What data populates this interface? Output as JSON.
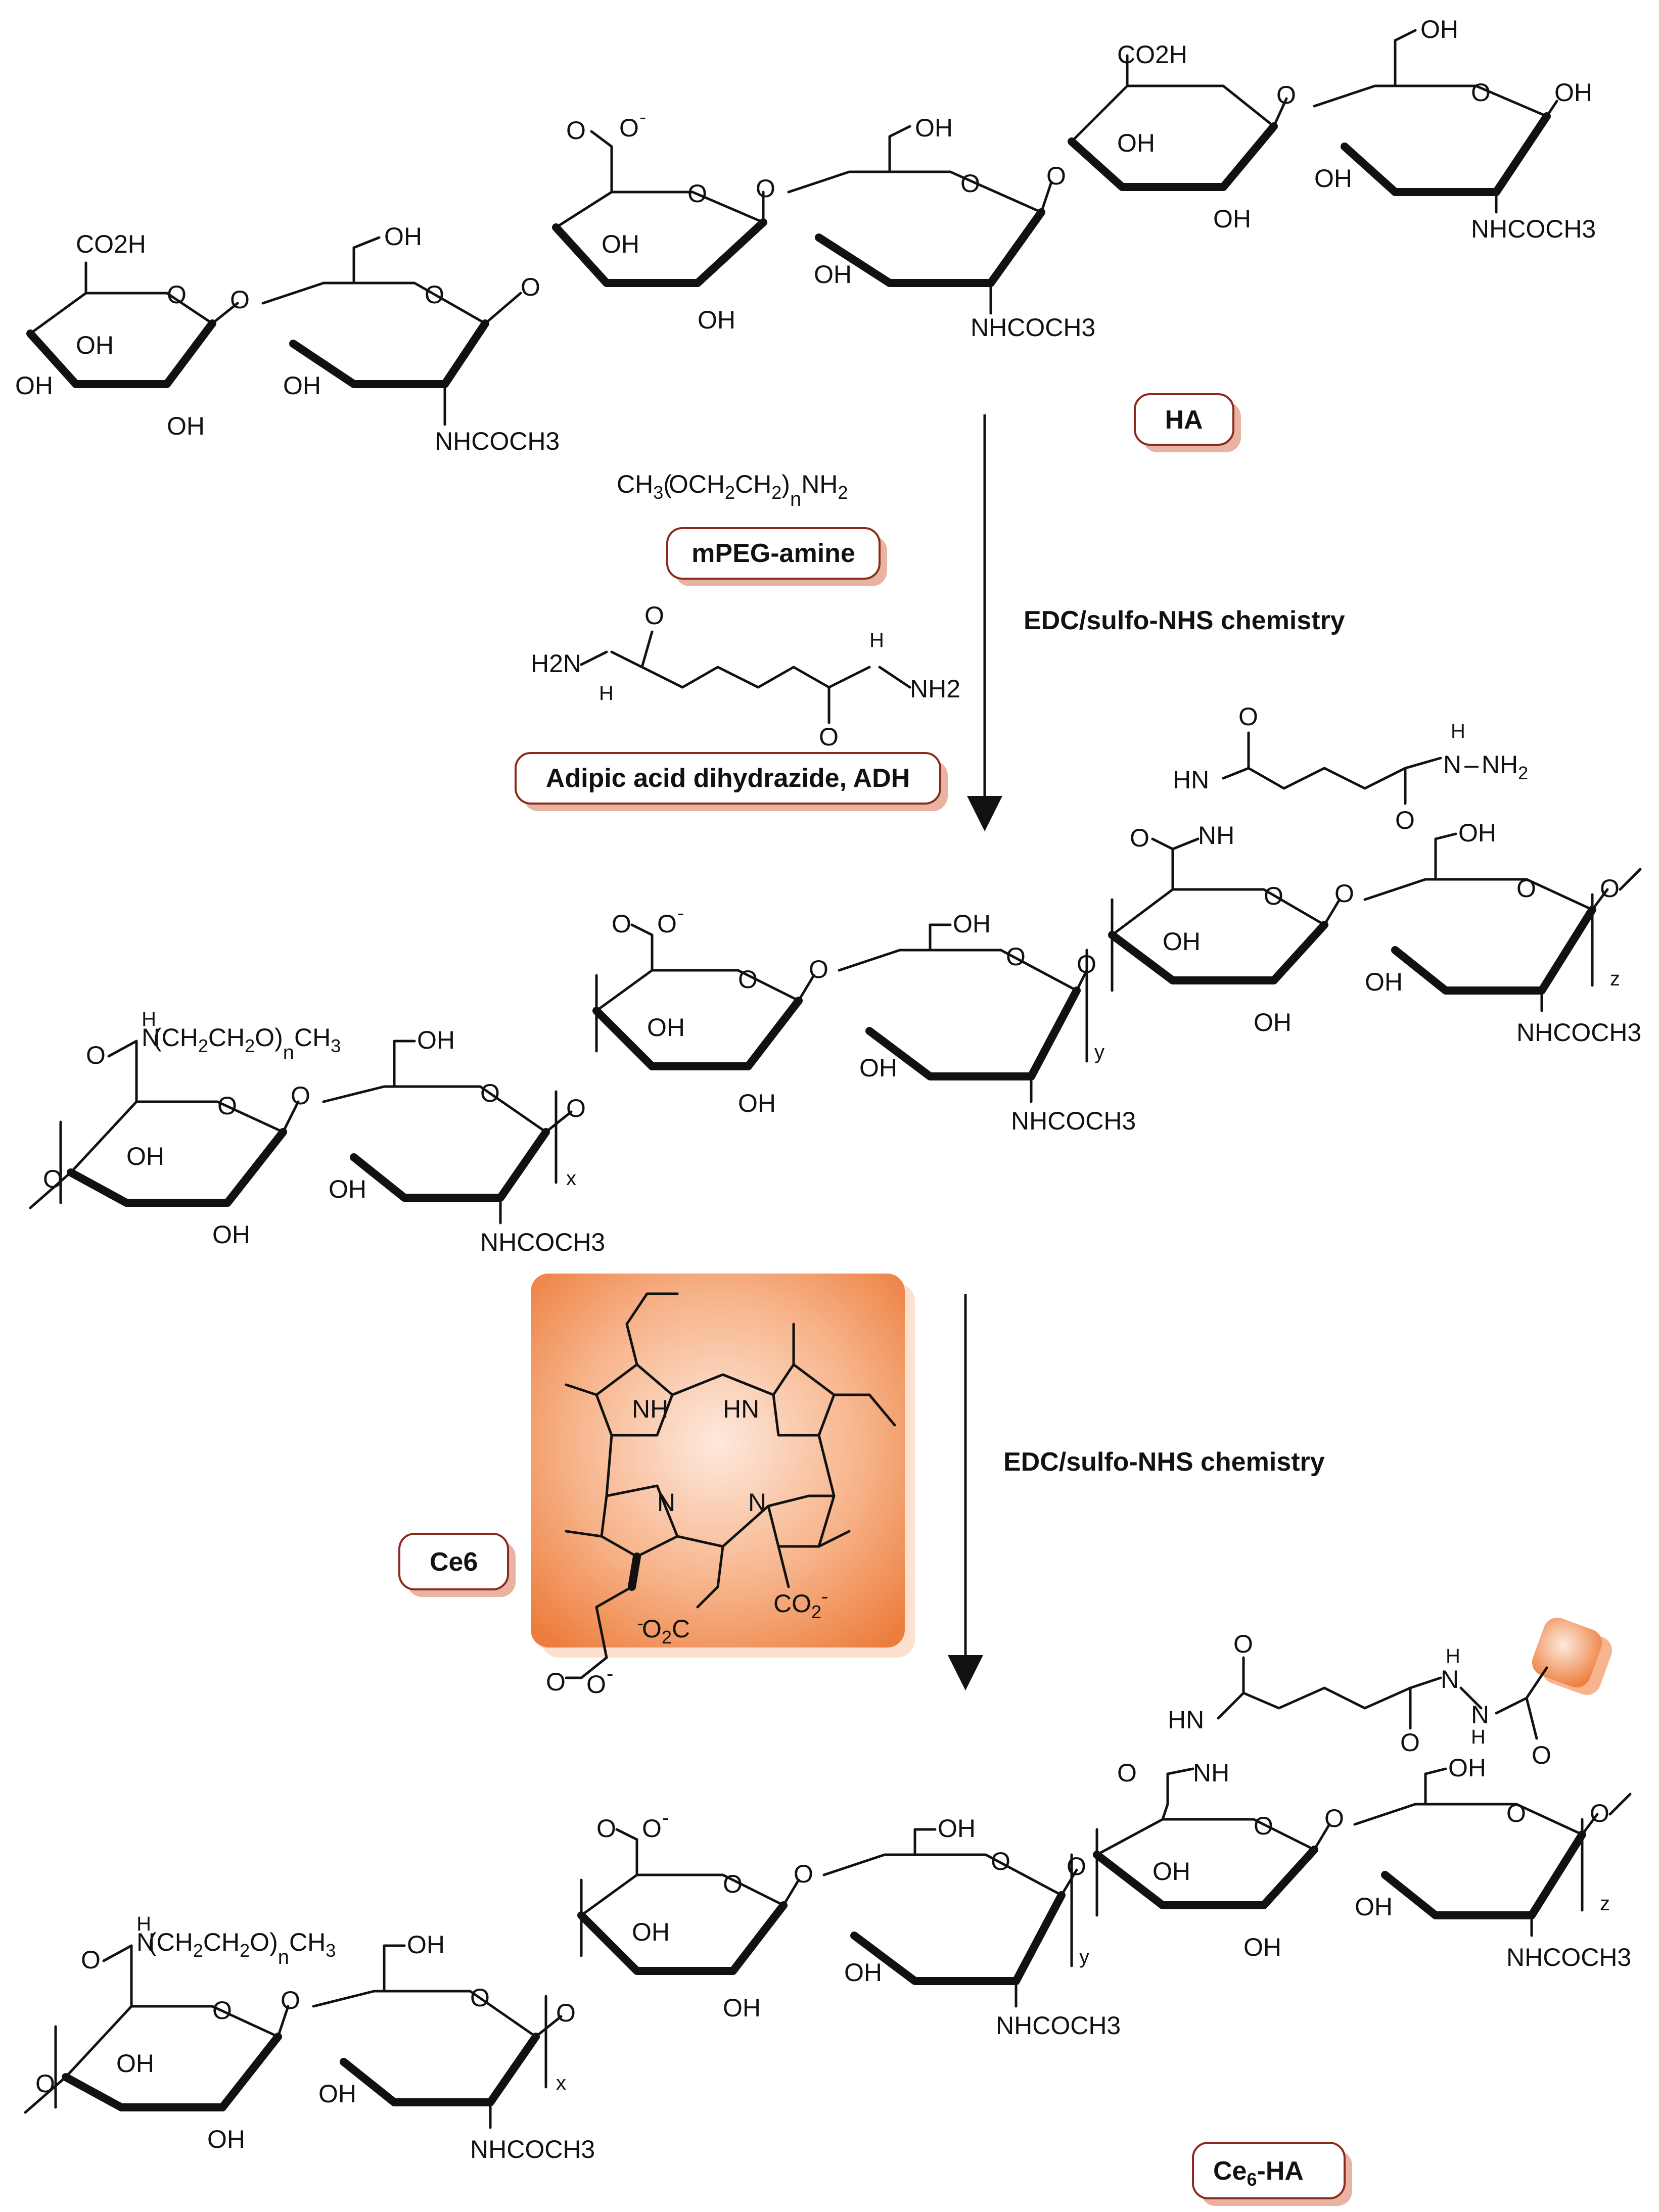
{
  "labels": {
    "ha": "HA",
    "mpeg": "mPEG-amine",
    "adh": "Adipic acid dihydrazide, ADH",
    "ce6": "Ce6",
    "ce6_sub": "6",
    "ce6ha_pre": "Ce",
    "ce6ha_sub": "6",
    "ce6ha_post": "-HA"
  },
  "conditions": {
    "step1": "EDC/sulfo-NHS chemistry",
    "step2": "EDC/sulfo-NHS chemistry"
  },
  "reagents": {
    "mpeg_formula": "CH3(OCH2CH2)nNH2",
    "adh_left": "H2N",
    "adh_right": "NH2"
  },
  "atoms": {
    "oh": "OH",
    "o": "O",
    "nhcoch3": "NHCOCH3",
    "co2h": "CO2H",
    "coo_minus": "O",
    "h": "H",
    "n": "N",
    "nh": "NH",
    "hn": "HN",
    "hn_dash": "HN",
    "peg_chain": "(CH2CH2O)",
    "ch3": "CH3",
    "co2_minus": "CO2",
    "o2c_minus": "O2C",
    "sub_x": "x",
    "sub_y": "y",
    "sub_z": "z",
    "sub_n": "n"
  },
  "colors": {
    "ce6_gradient_inner": "#fde4d6",
    "ce6_gradient_outer": "#ef8547",
    "label_border": "#8a2a1a",
    "label_shadow": "#e8b3a1"
  }
}
